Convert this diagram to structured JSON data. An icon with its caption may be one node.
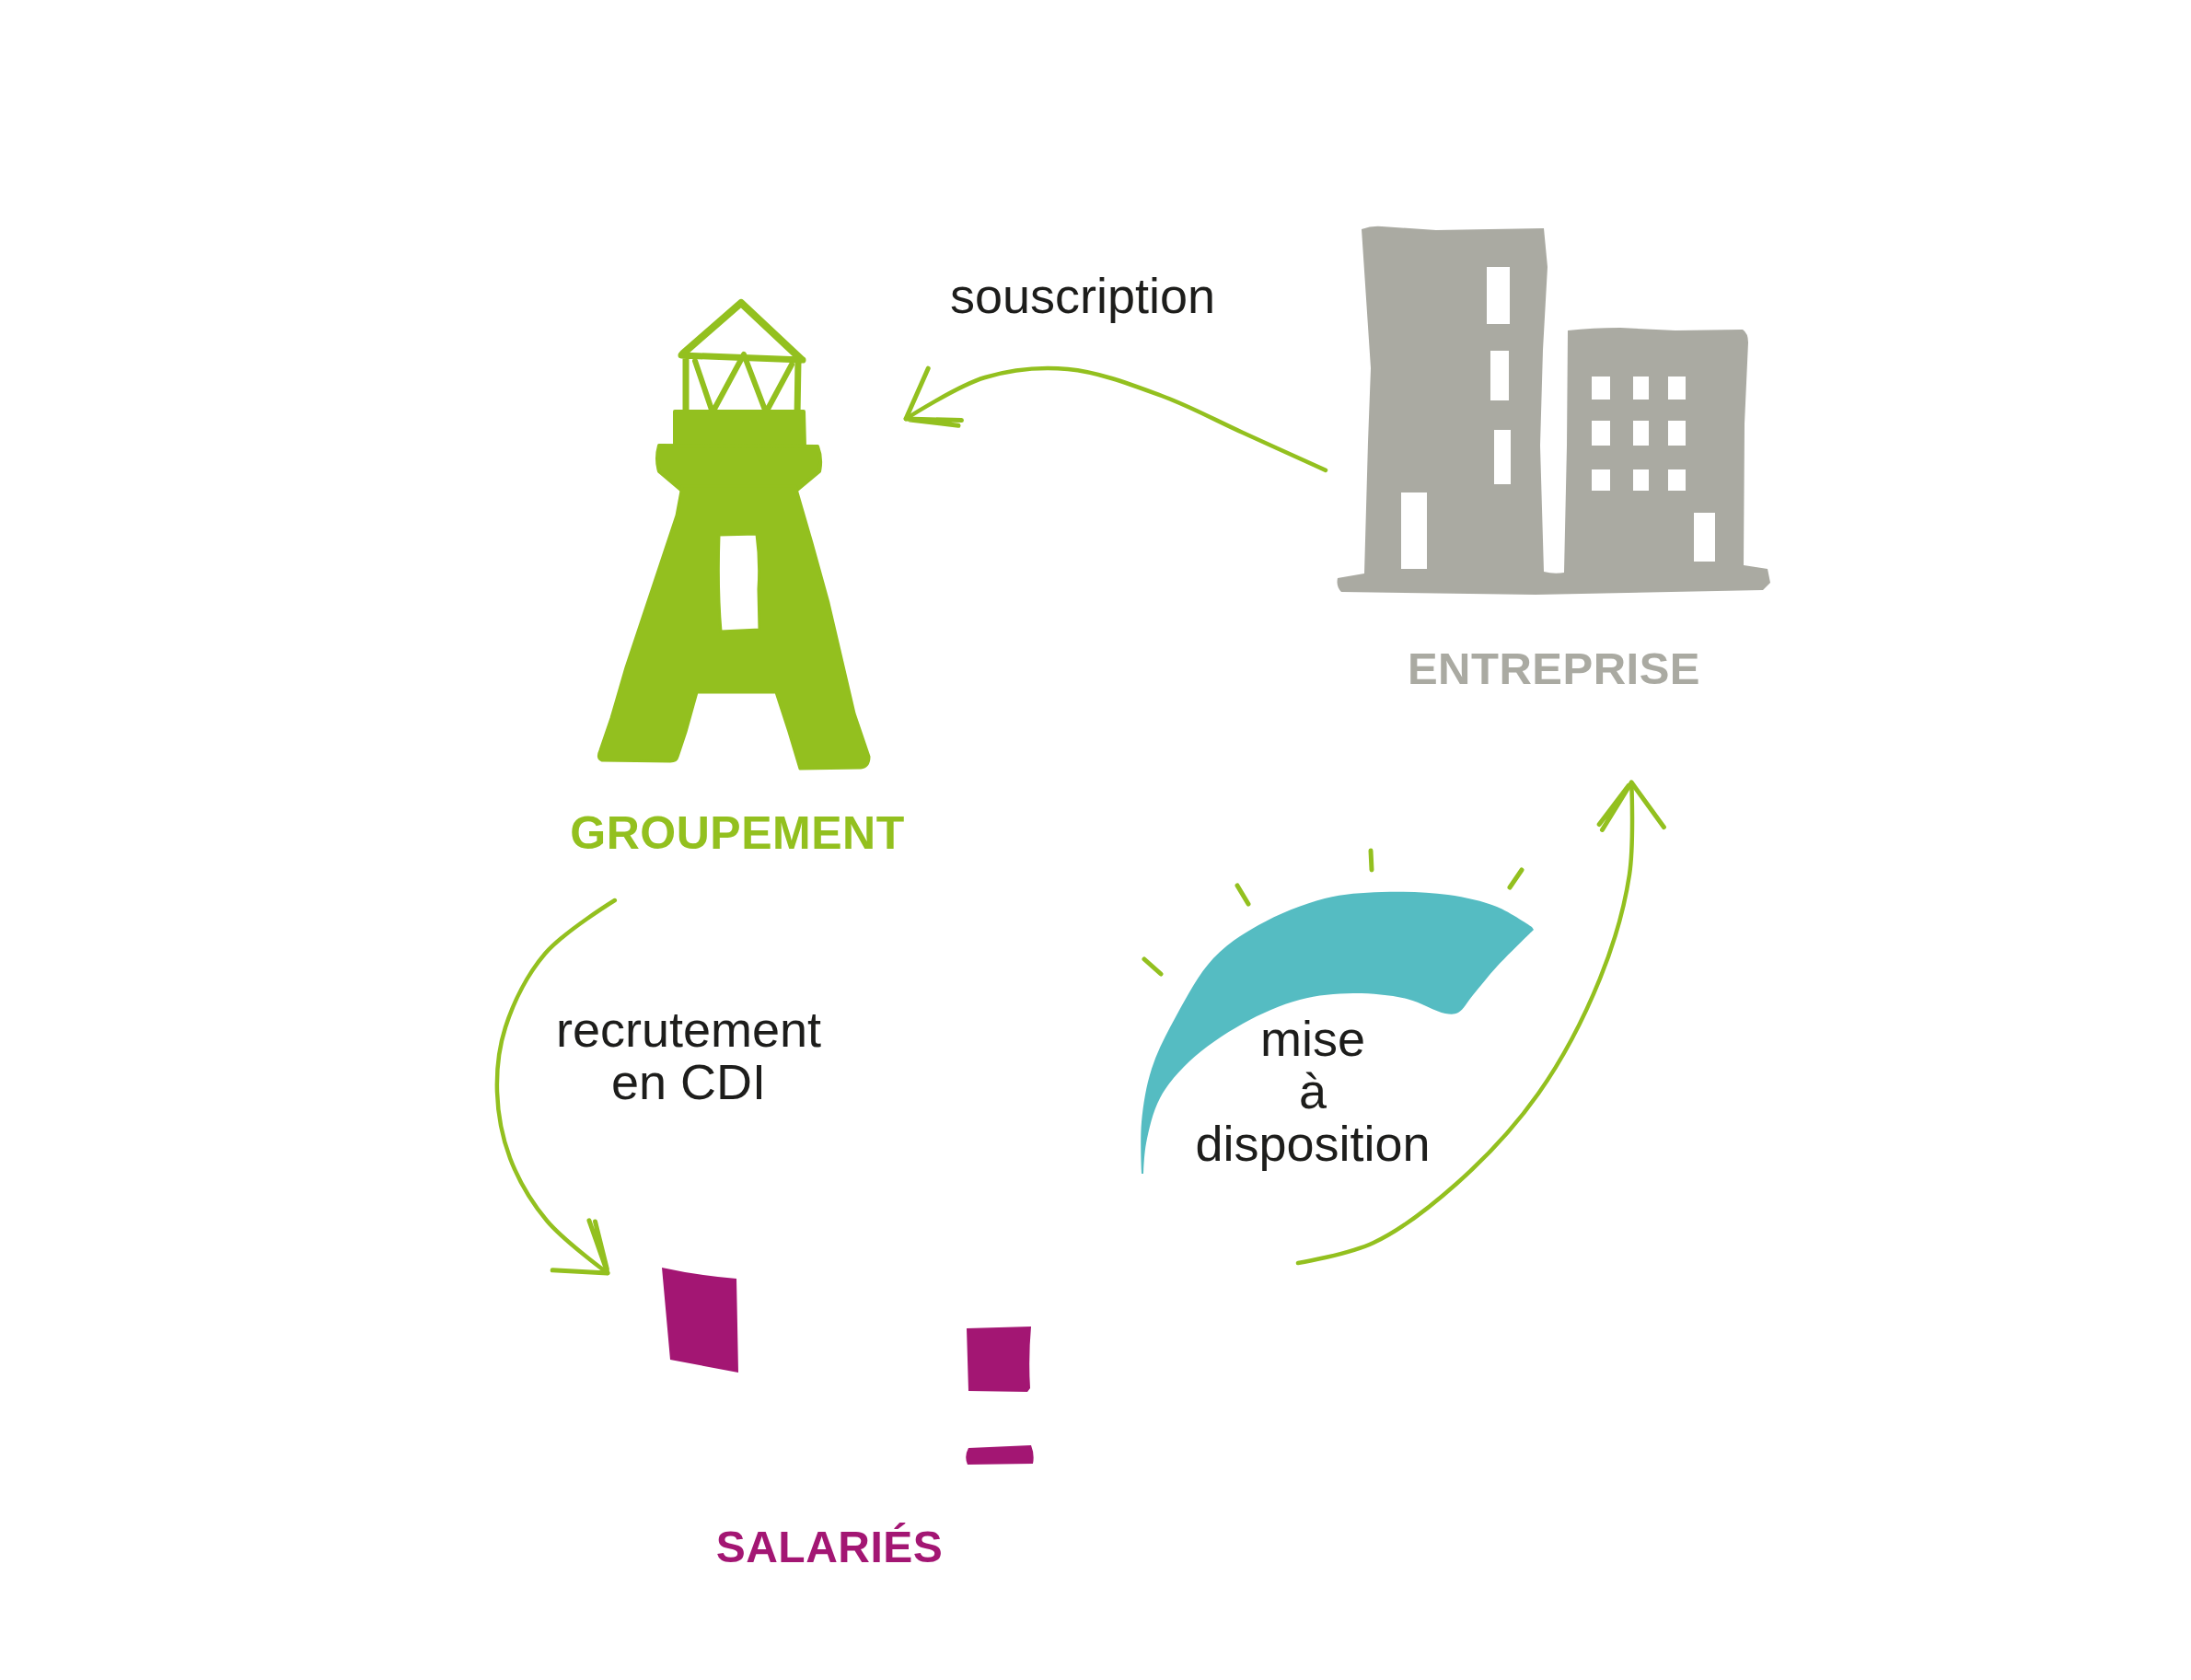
{
  "diagram": {
    "nodes": [
      {
        "text": [
          "GROUPEMENT"
        ]
      },
      {
        "text": [
          "ENTREPRISE"
        ]
      },
      {
        "text": [
          "SALARIÉS"
        ]
      }
    ],
    "edges": [
      {
        "from": 1,
        "to": 0,
        "arrow": "to",
        "label": "souscription"
      },
      {
        "from": 0,
        "to": 2,
        "arrow": "to",
        "label": "recrutement en CDI"
      },
      {
        "from": null,
        "to": 1,
        "arrow": "to",
        "label": "mise à disposition"
      }
    ]
  }
}
